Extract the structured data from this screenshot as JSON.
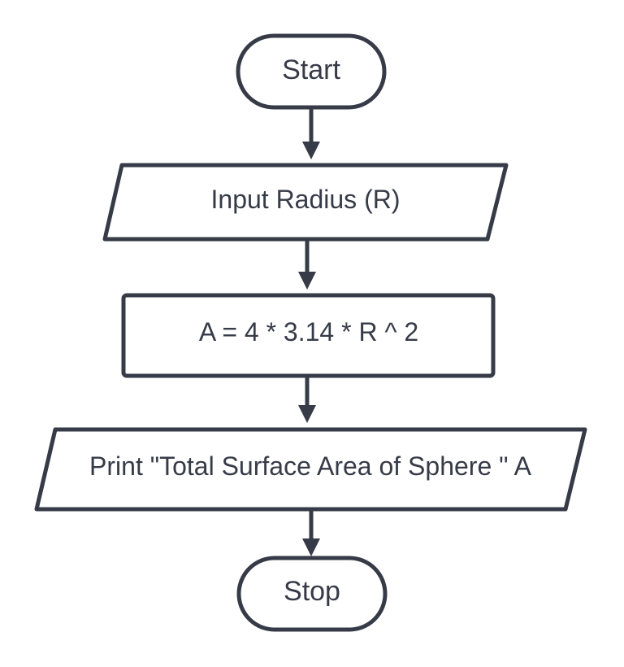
{
  "colors": {
    "stroke": "#363b47",
    "text": "#363b47",
    "fill": "#ffffff",
    "background": "#ffffff"
  },
  "flowchart": {
    "start": {
      "label": "Start",
      "shape": "terminator"
    },
    "input": {
      "label": "Input Radius (R)",
      "shape": "parallelogram"
    },
    "process": {
      "label": "A = 4 * 3.14 * R ^ 2",
      "shape": "rectangle"
    },
    "output": {
      "label": "Print \"Total Surface Area of Sphere \" A",
      "shape": "parallelogram"
    },
    "stop": {
      "label": "Stop",
      "shape": "terminator"
    }
  }
}
